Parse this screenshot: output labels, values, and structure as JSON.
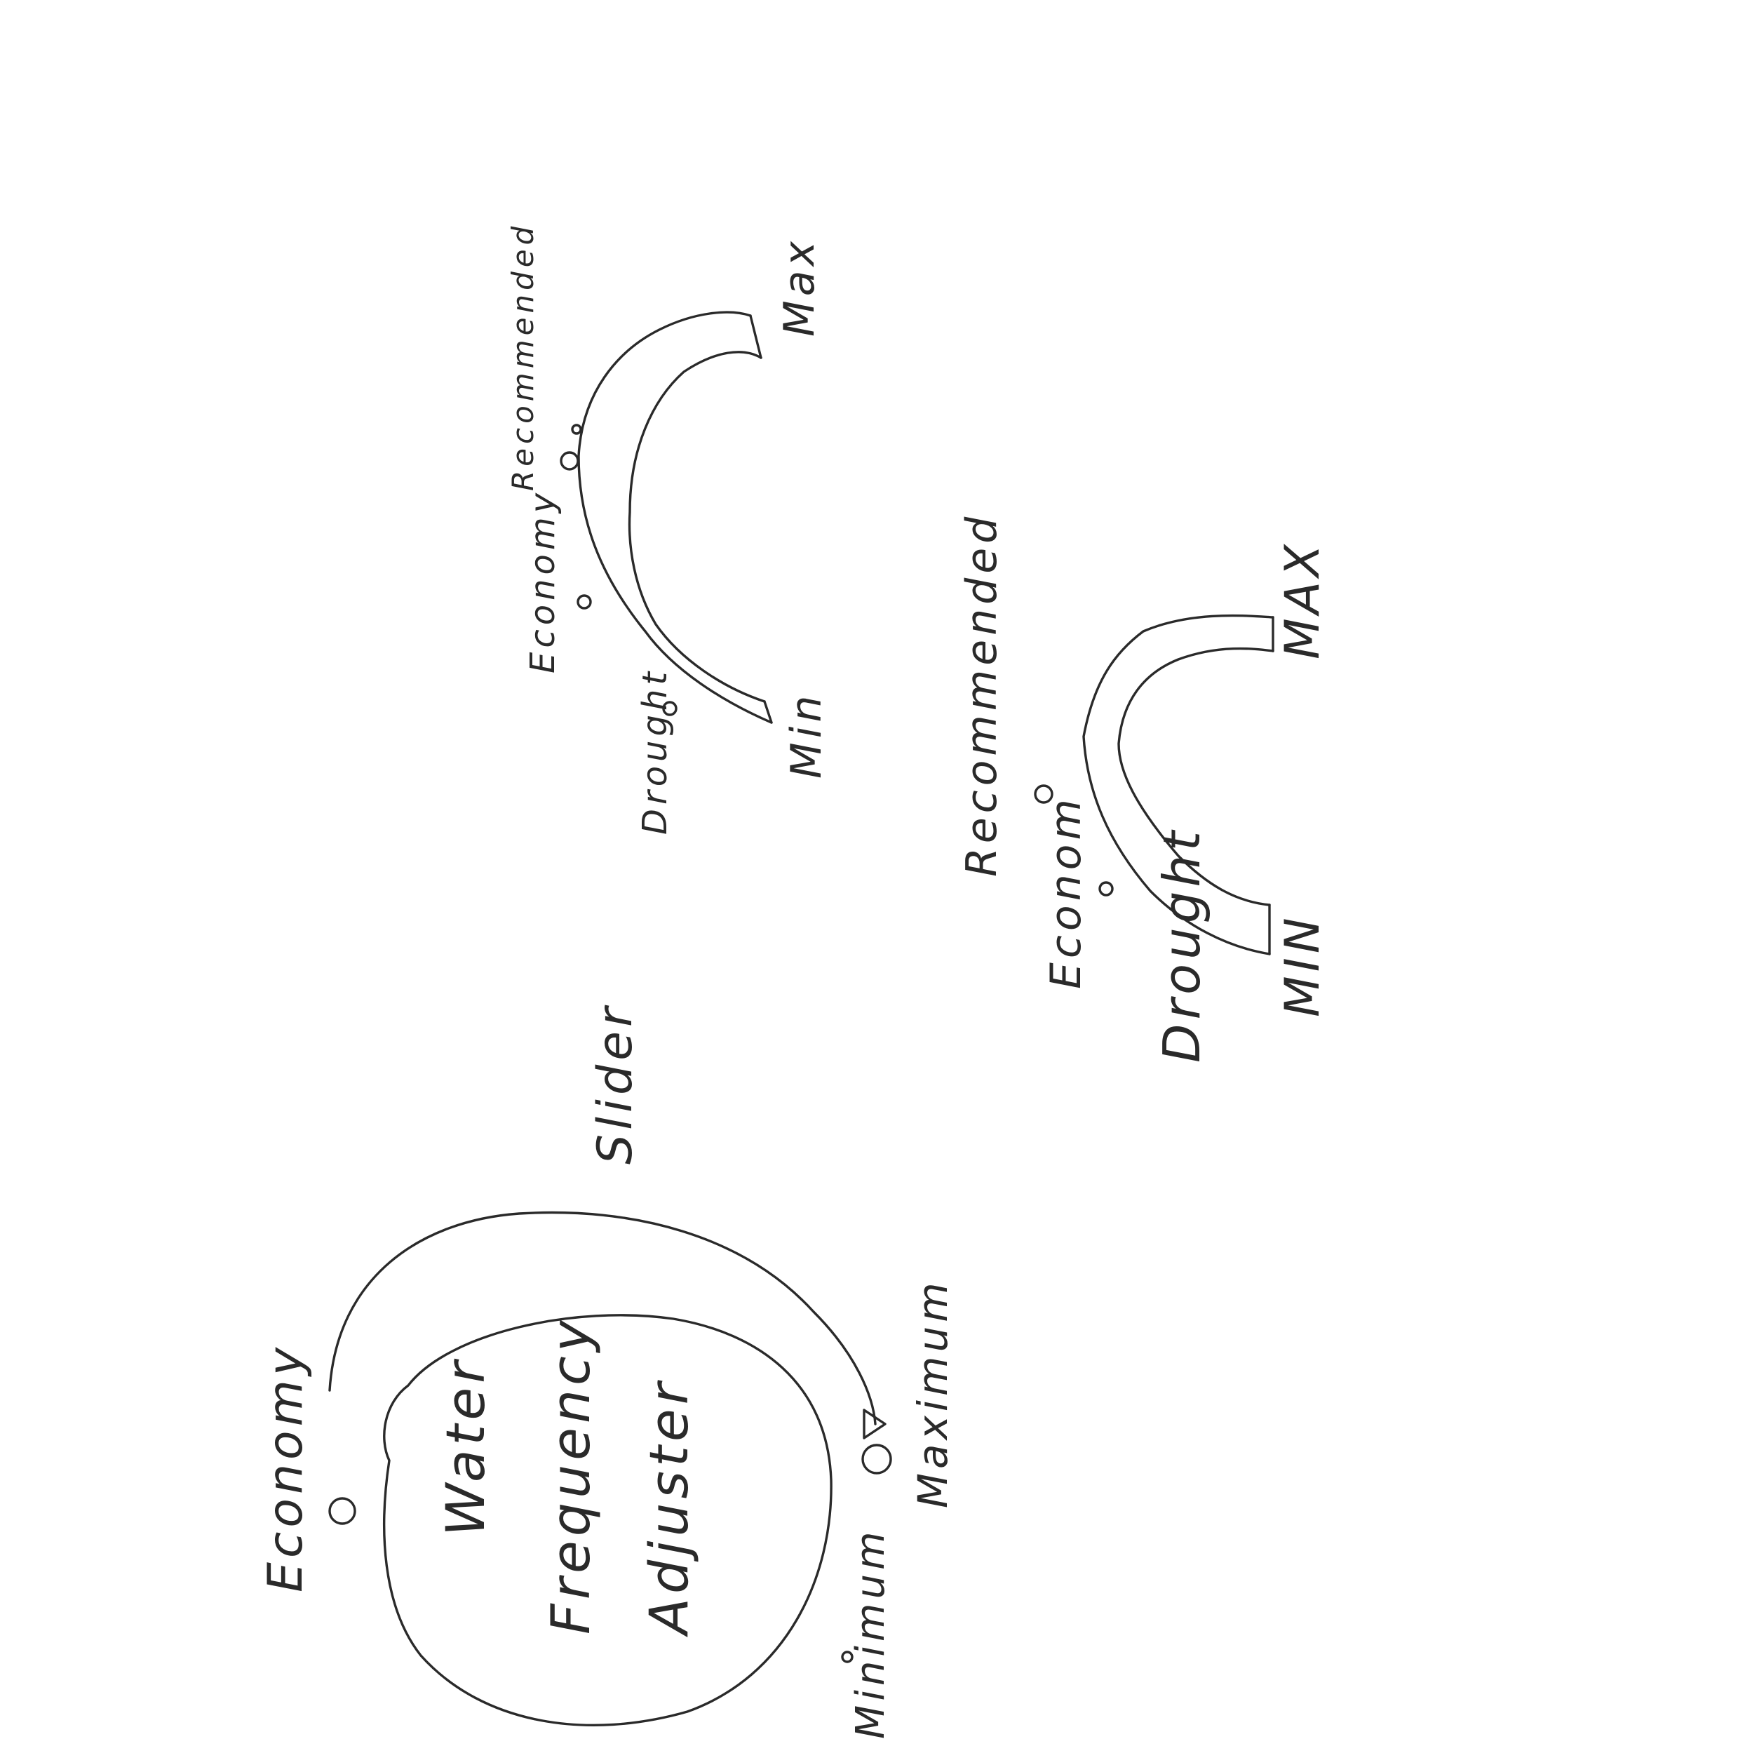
{
  "sketch1": {
    "center_text": [
      "Water",
      "Frequency",
      "Adjuster"
    ],
    "label_economy": "Economy",
    "label_minimum": "Minimum",
    "label_maximum": "Maximum",
    "annotation": "Slider"
  },
  "sketch2": {
    "label_drought": "Drought",
    "label_economy": "Economy",
    "label_recommended": "Recommended",
    "label_min": "Min",
    "label_max": "Max"
  },
  "sketch3": {
    "label_drought": "Drought",
    "label_economy": "Econom",
    "label_recommended": "Recommended",
    "label_min": "MIN",
    "label_max": "MAX"
  }
}
